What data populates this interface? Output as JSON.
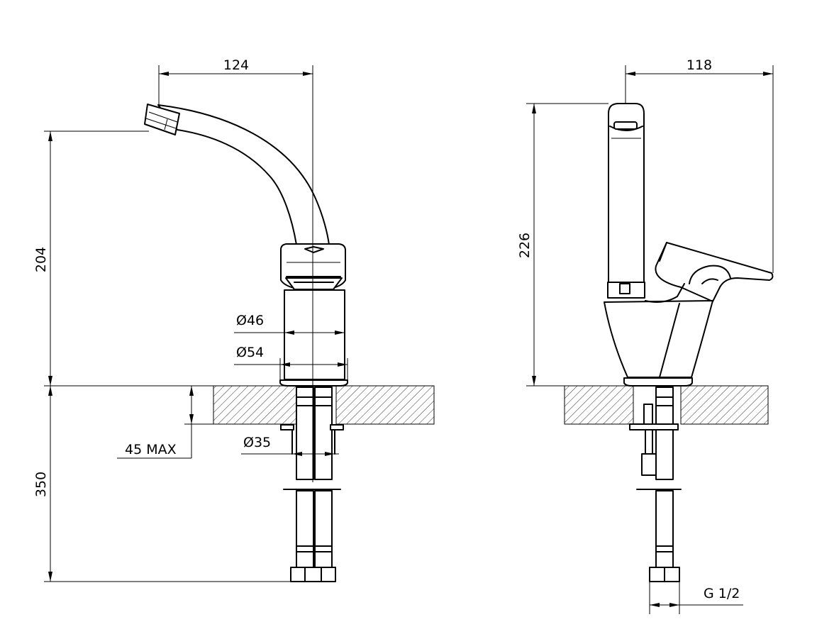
{
  "front_view": {
    "spout_reach": "124",
    "spout_height": "204",
    "body_diameter": "Ø46",
    "base_diameter": "Ø54",
    "max_counter_thickness": "45 MAX",
    "hole_diameter": "Ø35",
    "hose_length": "350"
  },
  "side_view": {
    "handle_reach": "118",
    "total_height": "226",
    "connection_thread": "G 1/2"
  }
}
